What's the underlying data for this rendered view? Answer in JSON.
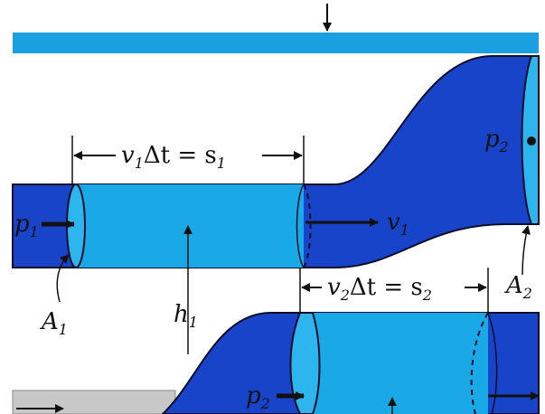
{
  "colors": {
    "pipe_dark": "#1744c8",
    "fluid_light": "#19a9e6",
    "cross_section": "#2db6ee",
    "top_bar": "#1aa0e0",
    "ground_gray": "#c8c8c8",
    "outline": "#0d0d2a"
  },
  "labels": {
    "p1": {
      "main": "p",
      "sub": "1"
    },
    "v1": {
      "main": "v",
      "sub": "1"
    },
    "A1": {
      "main": "A",
      "sub": "1"
    },
    "h1": {
      "main": "h",
      "sub": "1"
    },
    "p2_upper": {
      "main": "p",
      "sub": "2"
    },
    "A2": {
      "main": "A",
      "sub": "2"
    },
    "p2_lower": {
      "main": "p",
      "sub": "2"
    },
    "s1_eq": {
      "v": "v",
      "vsub": "1",
      "mid": "Δt = s",
      "ssub": "1"
    },
    "s2_eq": {
      "v": "v",
      "vsub": "2",
      "mid": "Δt = s",
      "ssub": "2"
    }
  }
}
